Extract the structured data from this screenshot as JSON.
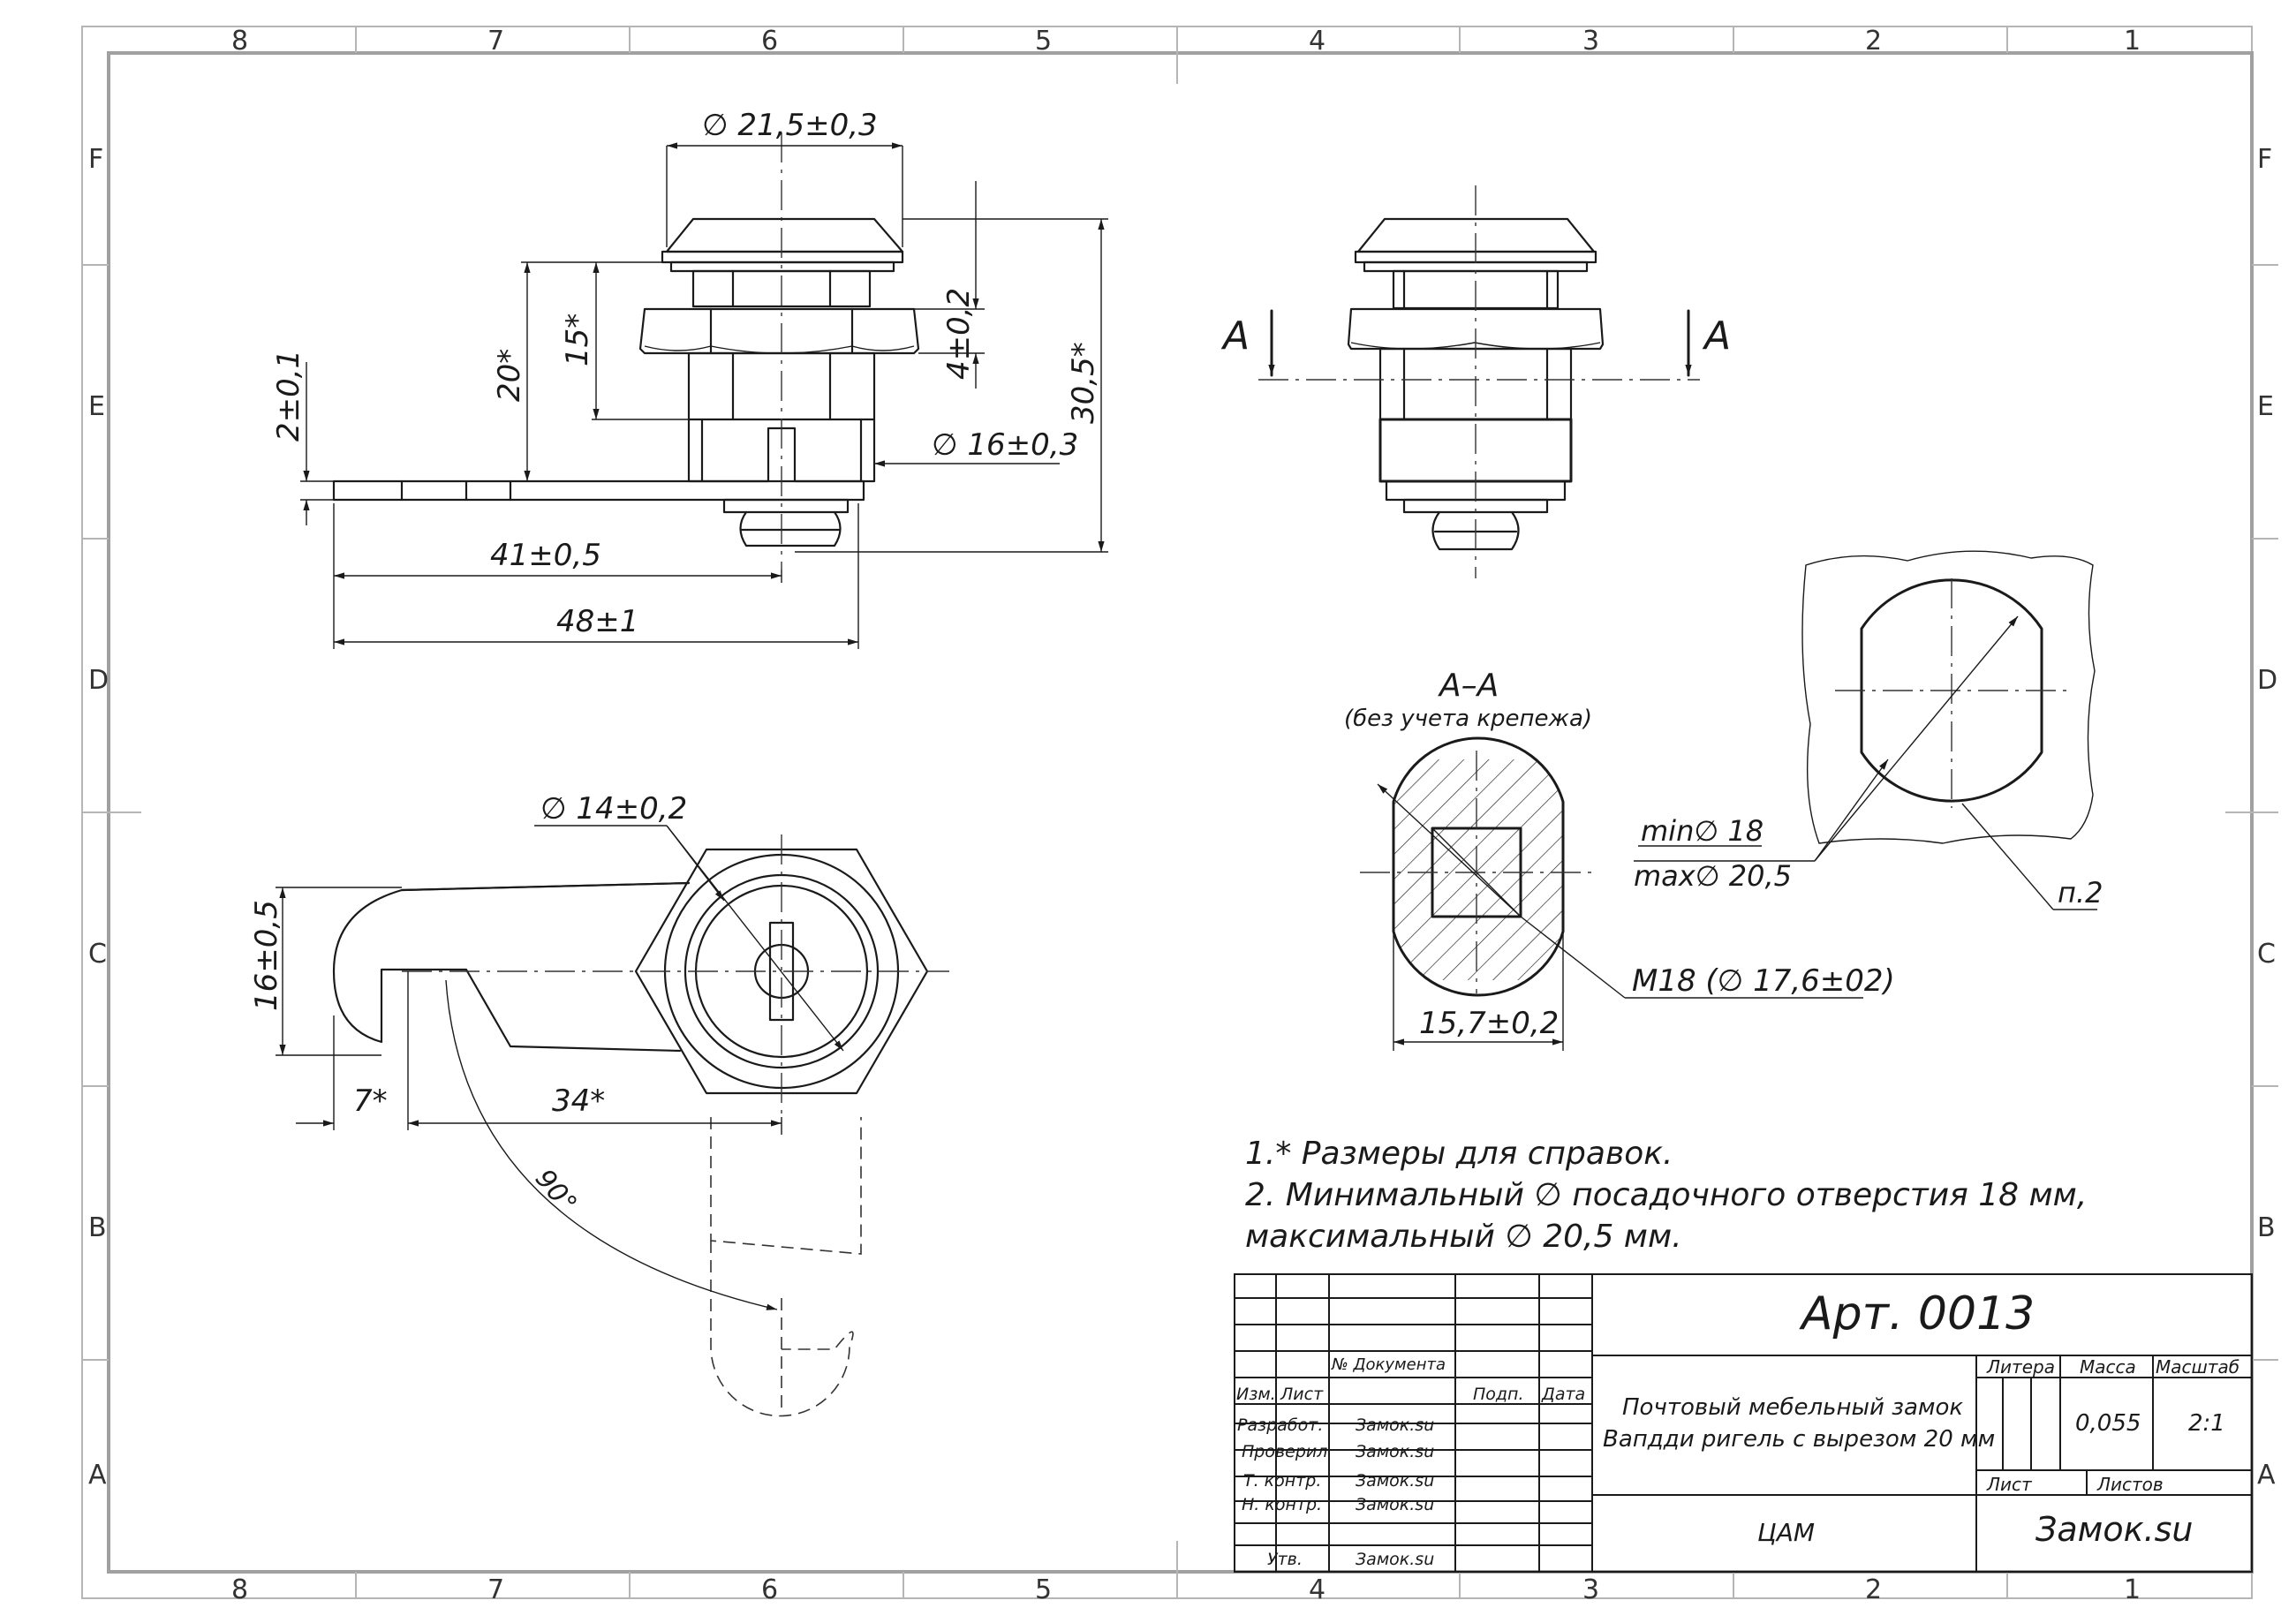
{
  "zones": {
    "columns": [
      "8",
      "7",
      "6",
      "5",
      "4",
      "3",
      "2",
      "1"
    ],
    "rows": [
      "F",
      "E",
      "D",
      "C",
      "B",
      "A"
    ]
  },
  "front_view": {
    "dim_head_diameter": "∅ 21,5±0,3",
    "dim_thread_diameter": "∅ 16±0,3",
    "dim_height_15": "15*",
    "dim_height_20": "20*",
    "dim_nut_4": "4±0,2",
    "dim_total_30_5": "30,5*",
    "dim_cam_thickness": "2±0,1",
    "dim_41": "41±0,5",
    "dim_48": "48±1"
  },
  "side_view": {
    "section_label_left": "A",
    "section_label_right": "A"
  },
  "section": {
    "title": "А–А",
    "subtitle": "(без учета крепежа)",
    "dim_width": "15,7±0,2",
    "dim_thread": "М18  (∅ 17,6±02)",
    "dim_min": "min∅  18",
    "dim_max": "max∅ 20,5",
    "note_ref": "п.2"
  },
  "bottom_view": {
    "dim_key_diameter": "∅ 14±0,2",
    "dim_cam_width": "16±0,5",
    "dim_7": "7*",
    "dim_34": "34*",
    "dim_angle": "90°"
  },
  "notes": [
    "1.* Размеры для справок.",
    "2. Минимальный ∅ посадочного отверстия 18 мм,",
    "максимальный ∅  20,5 мм."
  ],
  "title_block": {
    "article": "Арт. 0013",
    "doc_number_label": "№ Документа",
    "izm": "Изм.",
    "list": "Лист",
    "podp": "Подп.",
    "data": "Дата",
    "rows": [
      {
        "role": "Разработ.",
        "name": "Замок.su"
      },
      {
        "role": "Проверил",
        "name": "Замок.su"
      },
      {
        "role": "Т. контр.",
        "name": "Замок.su"
      },
      {
        "role": "Н. контр.",
        "name": "Замок.su"
      },
      {
        "role": "Утв.",
        "name": "Замок.su"
      }
    ],
    "product_line1": "Почтовый мебельный замок",
    "product_line2": "Вапдди ригель с вырезом 20 мм",
    "litera_label": "Литера",
    "mass_label": "Масса",
    "scale_label": "Масштаб",
    "mass_value": "0,055",
    "scale_value": "2:1",
    "sheet_label": "Лист",
    "sheets_label": "Листов",
    "material": "ЦАМ",
    "company": "Замок.su"
  }
}
